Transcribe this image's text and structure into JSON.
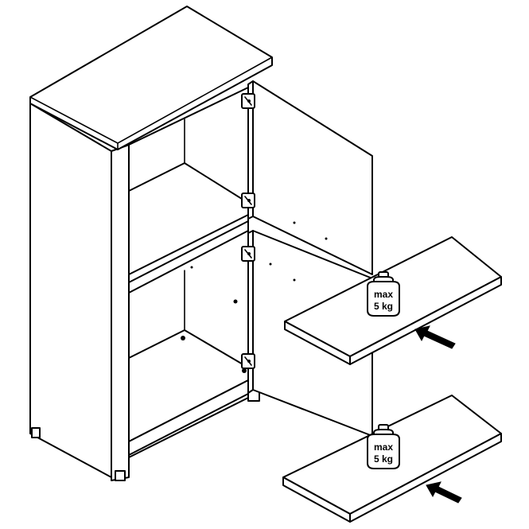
{
  "weight_labels": {
    "upper": {
      "line1": "max",
      "line2": "5 kg"
    },
    "lower": {
      "line1": "max",
      "line2": "5 kg"
    }
  },
  "icons": [
    "cabinet-outline",
    "hinge-icon",
    "weight-icon",
    "arrow-icon"
  ],
  "colors": {
    "stroke": "#000000",
    "fill": "#ffffff"
  }
}
